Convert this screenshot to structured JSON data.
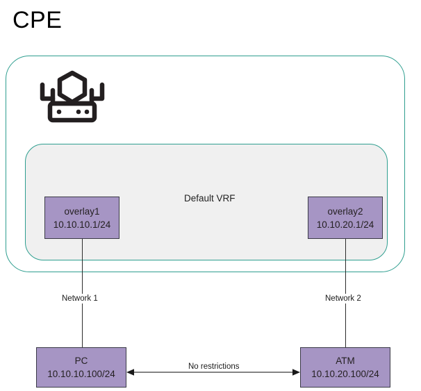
{
  "diagram": {
    "title": "CPE",
    "containers": {
      "outer": {
        "name": "CPE",
        "border_color": "#2e9e8f",
        "fill": "#ffffff"
      },
      "inner": {
        "label": "Default VRF",
        "border_color": "#2e9e8f",
        "fill": "#f0f0f0"
      }
    },
    "device_icon": {
      "name": "firewall-gateway-icon"
    },
    "nodes": [
      {
        "id": "overlay1",
        "name": "overlay1",
        "address": "10.10.10.1/24",
        "fill": "#a695c4",
        "border": "#3a3a46"
      },
      {
        "id": "overlay2",
        "name": "overlay2",
        "address": "10.10.20.1/24",
        "fill": "#a695c4",
        "border": "#3a3a46"
      },
      {
        "id": "pc",
        "name": "PC",
        "address": "10.10.10.100/24",
        "fill": "#a695c4",
        "border": "#3a3a46"
      },
      {
        "id": "atm",
        "name": "ATM",
        "address": "10.10.20.100/24",
        "fill": "#a695c4",
        "border": "#3a3a46"
      }
    ],
    "edges": [
      {
        "id": "net1",
        "label": "Network 1",
        "from": "overlay1",
        "to": "pc",
        "arrows": "none"
      },
      {
        "id": "net2",
        "label": "Network 2",
        "from": "overlay2",
        "to": "atm",
        "arrows": "none"
      },
      {
        "id": "norestrict",
        "label": "No restrictions",
        "from": "pc",
        "to": "atm",
        "arrows": "both"
      }
    ]
  }
}
